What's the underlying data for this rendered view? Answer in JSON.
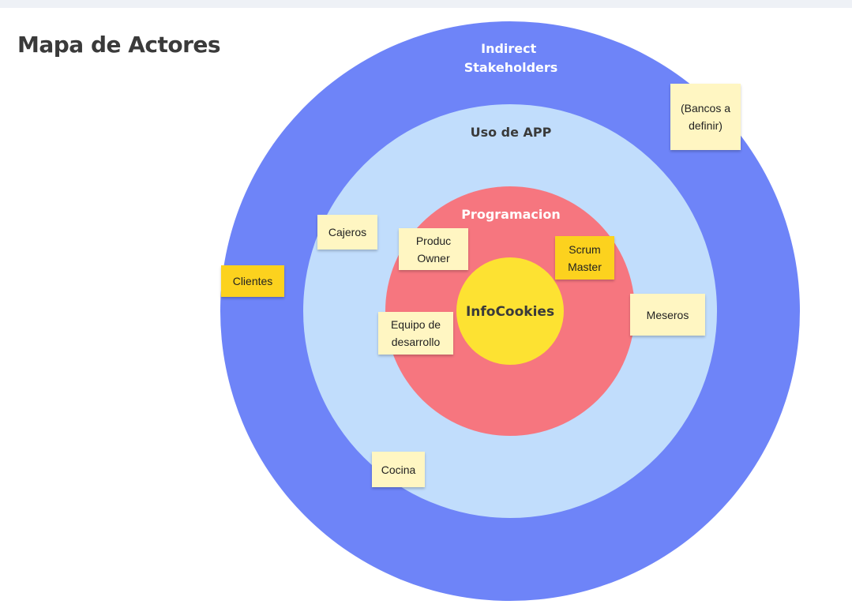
{
  "page": {
    "title": "Mapa de Actores"
  },
  "diagram": {
    "rings": [
      {
        "label": "Indirect\nStakeholders",
        "label_lines": [
          "Indirect",
          "Stakeholders"
        ],
        "color": "#6e84f8",
        "label_color": "#ffffff"
      },
      {
        "label": "Uso de APP",
        "color": "#c1ddfc",
        "label_color": "#3a3a3a"
      },
      {
        "label": "Programacion",
        "color": "#f6767f",
        "label_color": "#ffffff"
      }
    ],
    "center": {
      "label": "InfoCookies",
      "color": "#fde232",
      "label_color": "#3a3a3a"
    },
    "notes": [
      {
        "text": "(Bancos a\ndefinir)",
        "style": "light"
      },
      {
        "text": "Cajeros",
        "style": "light"
      },
      {
        "text": "Clientes",
        "style": "strong"
      },
      {
        "text": "Produc\nOwner",
        "style": "light"
      },
      {
        "text": "Scrum\nMaster",
        "style": "strong"
      },
      {
        "text": "Meseros",
        "style": "light"
      },
      {
        "text": "Equipo de\ndesarrollo",
        "style": "light"
      },
      {
        "text": "Cocina",
        "style": "light"
      }
    ]
  }
}
